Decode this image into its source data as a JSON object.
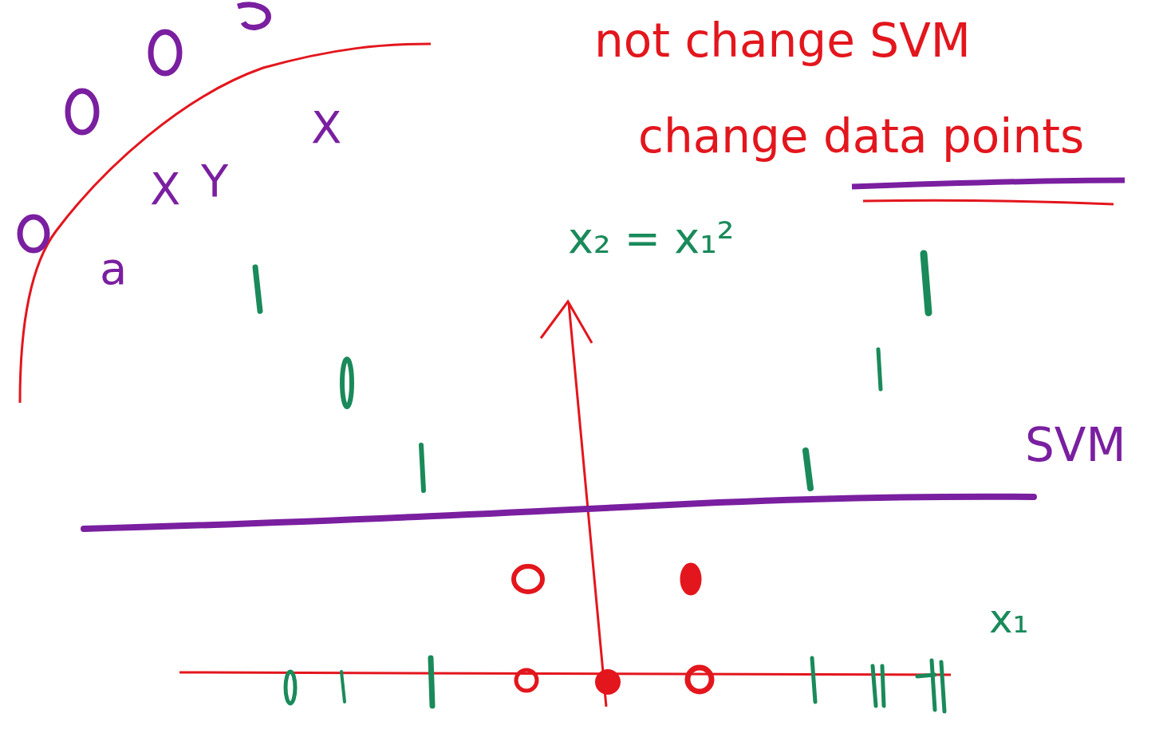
{
  "diagram": {
    "labels": [
      "not change SVM",
      "change data points",
      "x₂ = x₁²",
      "SVM",
      "x₁",
      "X",
      "Y",
      "X",
      "a"
    ]
  }
}
